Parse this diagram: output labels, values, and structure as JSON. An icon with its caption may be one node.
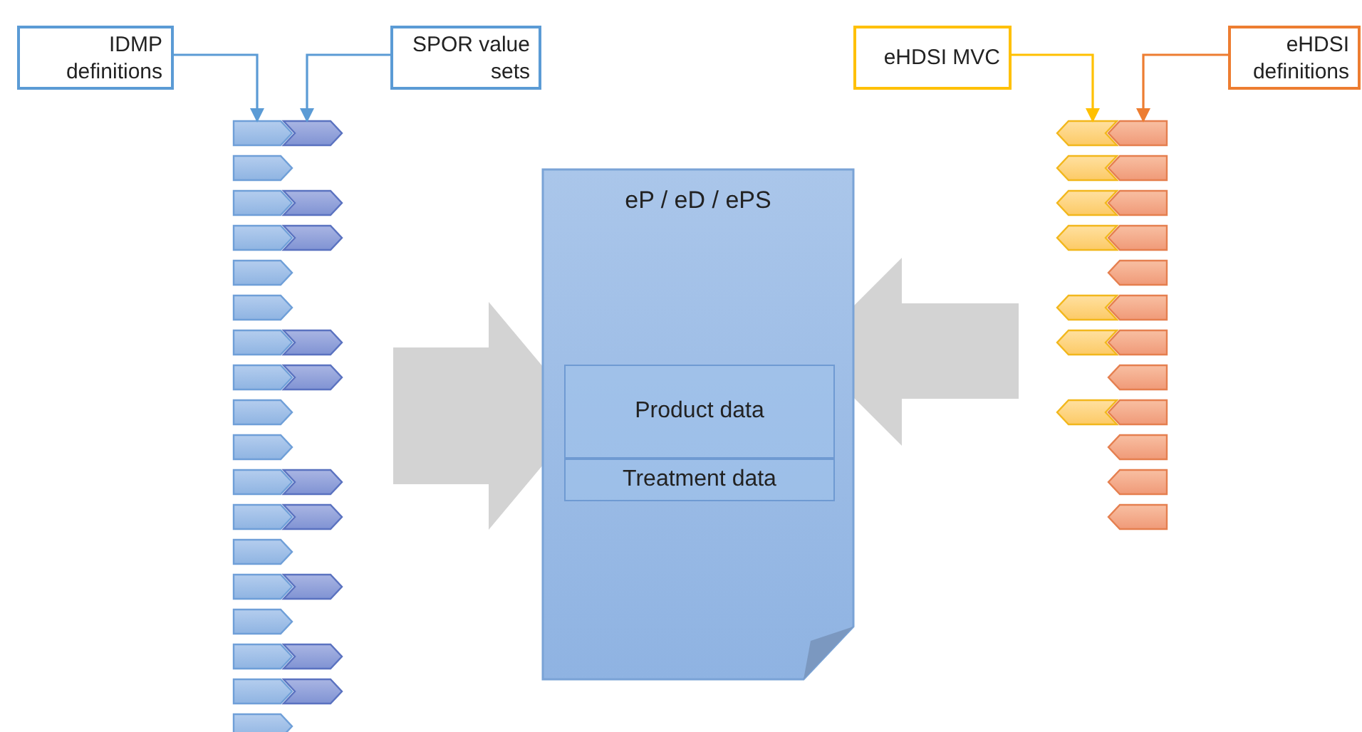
{
  "diagram": {
    "nodes": [
      {
        "text": [
          "IDMP definitions"
        ]
      },
      {
        "text": [
          "SPOR value sets"
        ]
      },
      {
        "text": [
          "eHDSI MVC"
        ]
      },
      {
        "text": [
          "eHDSI definitions"
        ]
      },
      {
        "text": [
          "eP / eD / ePS"
        ]
      },
      {
        "text": [
          "Product data"
        ],
        "in": 4
      },
      {
        "text": [
          "Treatment data"
        ],
        "in": 4
      },
      {
        "text": [],
        "shape": "chevron"
      },
      {
        "text": [],
        "shape": "chevron"
      },
      {
        "text": [],
        "shape": "chevron"
      },
      {
        "text": [],
        "shape": "chevron"
      },
      {
        "text": [],
        "shape": "chevron"
      },
      {
        "text": [],
        "shape": "chevron"
      },
      {
        "text": [],
        "shape": "chevron"
      },
      {
        "text": [],
        "shape": "chevron"
      },
      {
        "text": [],
        "shape": "chevron"
      },
      {
        "text": [],
        "shape": "chevron"
      },
      {
        "text": [],
        "shape": "chevron"
      },
      {
        "text": [],
        "shape": "chevron"
      },
      {
        "text": [],
        "shape": "chevron"
      },
      {
        "text": [],
        "shape": "chevron"
      },
      {
        "text": [],
        "shape": "chevron"
      },
      {
        "text": [],
        "shape": "chevron"
      },
      {
        "text": [],
        "shape": "chevron"
      },
      {
        "text": [],
        "shape": "chevron"
      },
      {
        "text": [],
        "shape": "chevron"
      },
      {
        "text": [],
        "shape": "chevron"
      },
      {
        "text": [],
        "shape": "chevron"
      },
      {
        "text": [],
        "shape": "chevron"
      },
      {
        "text": [],
        "shape": "chevron"
      },
      {
        "text": [],
        "shape": "chevron"
      },
      {
        "text": [],
        "shape": "chevron"
      },
      {
        "text": [],
        "shape": "chevron"
      },
      {
        "text": [],
        "shape": "chevron"
      },
      {
        "text": [],
        "shape": "chevron"
      },
      {
        "text": [],
        "shape": "chevron"
      },
      {
        "text": [],
        "shape": "chevron"
      },
      {
        "text": [],
        "shape": "chevron"
      },
      {
        "text": [],
        "shape": "chevron"
      },
      {
        "text": [],
        "shape": "chevron"
      },
      {
        "text": [],
        "shape": "chevron"
      },
      {
        "text": [],
        "shape": "chevron"
      },
      {
        "text": [],
        "shape": "chevron"
      },
      {
        "text": [],
        "shape": "chevron"
      },
      {
        "text": [],
        "shape": "chevron"
      },
      {
        "text": [],
        "shape": "chevron"
      },
      {
        "text": [],
        "shape": "chevron"
      },
      {
        "text": [],
        "shape": "chevron"
      },
      {
        "text": [],
        "shape": "chevron"
      },
      {
        "text": [],
        "shape": "chevron"
      },
      {
        "text": [],
        "shape": "chevron"
      },
      {
        "text": [],
        "shape": "chevron"
      },
      {
        "text": [],
        "shape": "chevron"
      },
      {
        "text": [],
        "shape": "chevron"
      }
    ],
    "edges": [
      {
        "from": 0,
        "to": 7,
        "arrow": "to"
      },
      {
        "from": 1,
        "to": 8,
        "arrow": "to"
      },
      {
        "from": 2,
        "to": 35,
        "arrow": "to",
        "color": "#ffc000"
      },
      {
        "from": 3,
        "to": 36,
        "arrow": "to",
        "color": "#ed7d31"
      },
      {
        "from": null,
        "to": 4,
        "arrow": "to",
        "style": "thick",
        "color": "#c8c8c8"
      },
      {
        "from": null,
        "to": 4,
        "arrow": "to",
        "style": "thick",
        "color": "#c8c8c8"
      }
    ]
  }
}
